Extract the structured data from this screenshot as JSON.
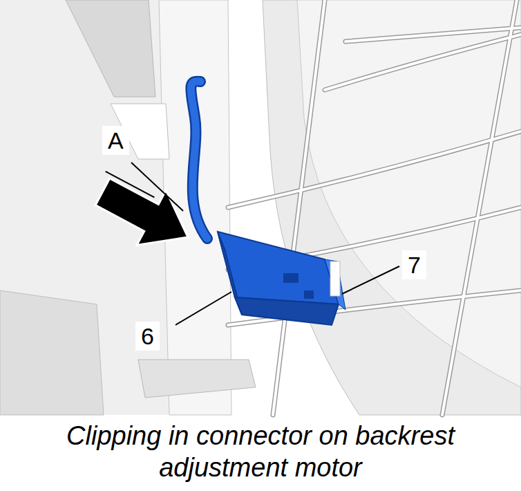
{
  "diagram": {
    "caption": "Clipping in connector on backrest adjustment motor",
    "labels": [
      "A",
      "6",
      "7"
    ]
  }
}
